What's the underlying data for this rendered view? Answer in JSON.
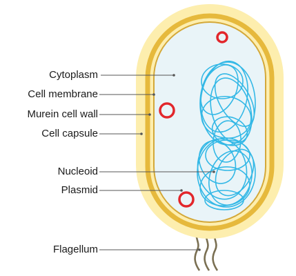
{
  "labels": {
    "cytoplasm": "Cytoplasm",
    "cell_membrane": "Cell membrane",
    "murein_cell_wall": "Murein cell wall",
    "cell_capsule": "Cell capsule",
    "nucleoid": "Nucleoid",
    "plasmid": "Plasmid",
    "flagellum": "Flagellum"
  },
  "colors": {
    "capsule": "#fdeeae",
    "cell_wall": "#e6b93c",
    "membrane": "#d4a838",
    "cytoplasm": "#e9f4f8",
    "nucleoid": "#33b8e6",
    "plasmid": "#e2262b",
    "flagellum": "#7a6f52",
    "leader": "#555555"
  }
}
